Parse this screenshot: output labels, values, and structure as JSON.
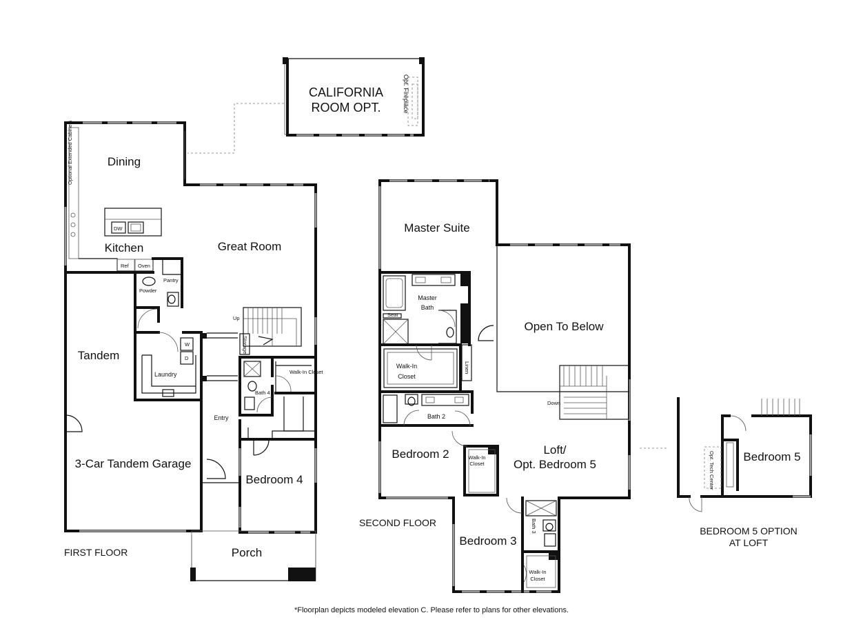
{
  "floors": {
    "first": {
      "caption": "FIRST FLOOR",
      "rooms": {
        "dining": "Dining",
        "kitchen": "Kitchen",
        "great_room": "Great Room",
        "tandem": "Tandem",
        "garage": "3-Car Tandem Garage",
        "laundry": "Laundry",
        "entry": "Entry",
        "bedroom4": "Bedroom 4",
        "porch": "Porch",
        "bath4": "Bath 4",
        "walkin_closet": "Walk-In Closet",
        "powder": "Powder",
        "pantry": "Pantry",
        "storage": "Storage"
      },
      "fixtures": {
        "ref": "Ref",
        "oven": "Oven",
        "dw": "DW",
        "washer": "W",
        "dryer": "D",
        "up": "Up",
        "extended_cabinets": "Optional Extended Cabinets"
      }
    },
    "california_room": {
      "label_line1": "CALIFORNIA",
      "label_line2": "ROOM OPT.",
      "fireplace": "Opt. Fireplace"
    },
    "second": {
      "caption": "SECOND FLOOR",
      "rooms": {
        "master_suite": "Master Suite",
        "master_bath_line1": "Master",
        "master_bath_line2": "Bath",
        "seat": "Seat",
        "walkin_line1": "Walk-In",
        "walkin_line2": "Closet",
        "linen": "Linen",
        "open_to_below": "Open To Below",
        "bath2": "Bath 2",
        "bedroom2": "Bedroom 2",
        "walkin_small_line1": "Walk-In",
        "walkin_small_line2": "Closet",
        "loft_line1": "Loft/",
        "loft_line2": "Opt. Bedroom 5",
        "down": "Down",
        "bedroom3": "Bedroom 3",
        "bath3": "Bath 3",
        "walkin3_line1": "Walk-In",
        "walkin3_line2": "Closet"
      }
    },
    "option": {
      "caption_line1": "BEDROOM 5 OPTION",
      "caption_line2": "AT LOFT",
      "bedroom5": "Bedroom 5",
      "tech_center": "Opt. Tech Center"
    }
  },
  "footnote": "*Floorplan depicts modeled elevation C. Please refer to plans for other elevations."
}
